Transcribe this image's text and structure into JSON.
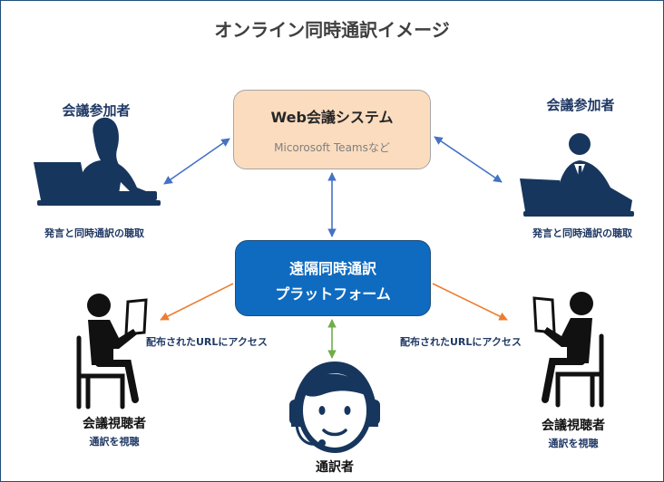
{
  "title": "オンライン同時通訳イメージ",
  "nodes": {
    "web_meeting": {
      "title": "Web会議システム",
      "subtitle": "Micorosoft Teamsなど"
    },
    "platform": {
      "line1": "遠隔同時通訳",
      "line2": "プラットフォーム"
    },
    "participant_left": {
      "label": "会議参加者",
      "note": "発言と同時通訳の聴取"
    },
    "participant_right": {
      "label": "会議参加者",
      "note": "発言と同時通訳の聴取"
    },
    "viewer_left": {
      "label": "会議視聴者",
      "note": "通訳を視聴"
    },
    "viewer_right": {
      "label": "会議視聴者",
      "note": "通訳を視聴"
    },
    "interpreter": {
      "label": "通訳者"
    }
  },
  "edges": {
    "viewer_left_access": "配布されたURLにアクセス",
    "viewer_right_access": "配布されたURLにアクセス"
  },
  "colors": {
    "web_box_fill": "#fbdcbf",
    "platform_fill": "#0f6bc0",
    "blue_arrow": "#4472c4",
    "orange_arrow": "#ed7d31",
    "green_arrow": "#70ad47",
    "label_navy": "#1f3864",
    "silhouette_navy": "#17365d",
    "silhouette_black": "#111111"
  }
}
